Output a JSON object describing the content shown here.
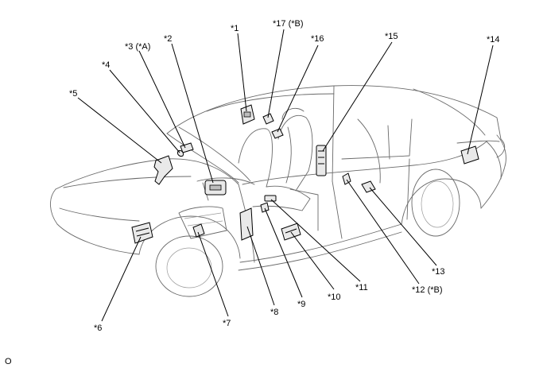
{
  "callouts": [
    {
      "id": "c1",
      "text": "*1"
    },
    {
      "id": "c2",
      "text": "*2"
    },
    {
      "id": "c3",
      "text": "*3 (*A)"
    },
    {
      "id": "c4",
      "text": "*4"
    },
    {
      "id": "c5",
      "text": "*5"
    },
    {
      "id": "c6",
      "text": "*6"
    },
    {
      "id": "c7",
      "text": "*7"
    },
    {
      "id": "c8",
      "text": "*8"
    },
    {
      "id": "c9",
      "text": "*9"
    },
    {
      "id": "c10",
      "text": "*10"
    },
    {
      "id": "c11",
      "text": "*11"
    },
    {
      "id": "c12",
      "text": "*12 (*B)"
    },
    {
      "id": "c13",
      "text": "*13"
    },
    {
      "id": "c14",
      "text": "*14"
    },
    {
      "id": "c15",
      "text": "*15"
    },
    {
      "id": "c16",
      "text": "*16"
    },
    {
      "id": "c17",
      "text": "*17 (*B)"
    }
  ],
  "footer_code": "O"
}
